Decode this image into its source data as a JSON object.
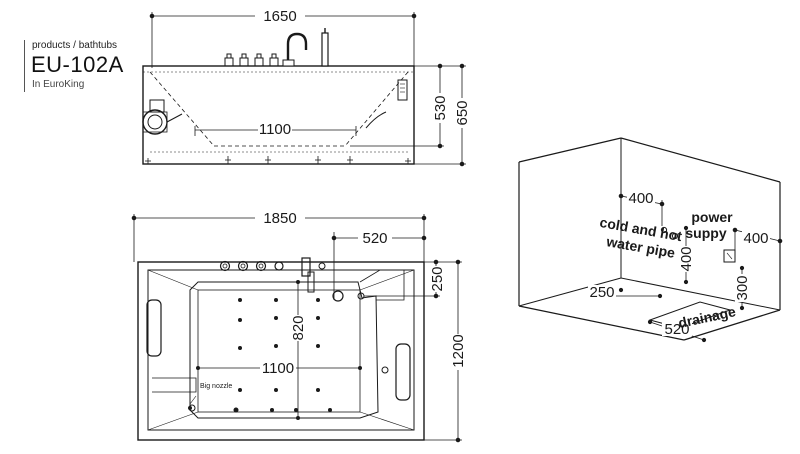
{
  "header": {
    "category": "products / bathtubs",
    "model": "EU-102A",
    "brand": "In EuroKing"
  },
  "side_view": {
    "length": "1650",
    "inner_length": "1100",
    "inner_height": "530",
    "total_height": "650"
  },
  "top_view": {
    "length": "1850",
    "faucet_offset": "520",
    "faucet_depth": "250",
    "inner_width": "820",
    "inner_length": "1100",
    "total_width": "1200",
    "nozzle_label": "Big nozzle"
  },
  "installation": {
    "dim_400_left": "400",
    "dim_400_right": "400",
    "dim_400_vertical": "400",
    "dim_300": "300",
    "dim_250": "250",
    "dim_520": "520",
    "label_power_line1": "power",
    "label_power_line2": "suppy",
    "label_pipe_line1": "cold and hot",
    "label_pipe_line2": "water pipe",
    "label_drainage": "drainage"
  }
}
